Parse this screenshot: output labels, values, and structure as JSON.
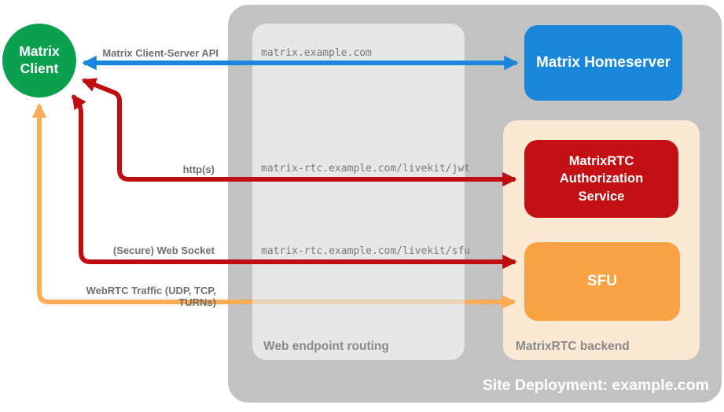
{
  "diagram_title": "Site Deployment: example.com",
  "client": {
    "label": "Matrix\nClient",
    "color": "#0aa050"
  },
  "zones": {
    "site_deployment": {
      "label": "Site Deployment: example.com",
      "color": "#c2c2c2"
    },
    "web_endpoint_routing": {
      "label": "Web endpoint routing",
      "color": "#e7e7e7"
    },
    "matrixrtc_backend": {
      "label": "MatrixRTC backend",
      "color": "#fce9d3"
    }
  },
  "nodes": {
    "homeserver": {
      "label": "Matrix Homeserver",
      "color": "#1987d9"
    },
    "auth_service": {
      "label": "MatrixRTC Authorization Service",
      "color": "#c31014"
    },
    "sfu": {
      "label": "SFU",
      "color": "#f9a243"
    }
  },
  "connections": [
    {
      "name": "matrix-client-server-api",
      "label": "Matrix Client-Server API",
      "endpoint": "matrix.example.com",
      "color": "#1987d9",
      "direction": "bidirectional"
    },
    {
      "name": "https",
      "label": "http(s)",
      "endpoint": "matrix-rtc.example.com/livekit/jwt",
      "color": "#be0e12",
      "direction": "bidirectional"
    },
    {
      "name": "secure-web-socket",
      "label": "(Secure) Web Socket",
      "endpoint": "matrix-rtc.example.com/livekit/sfu",
      "color": "#be0e12",
      "direction": "bidirectional"
    },
    {
      "name": "webrtc-traffic",
      "label": "WebRTC Traffic (UDP, TCP, TURNs)",
      "endpoint": "",
      "color": "#fbac55",
      "direction": "bidirectional"
    }
  ]
}
